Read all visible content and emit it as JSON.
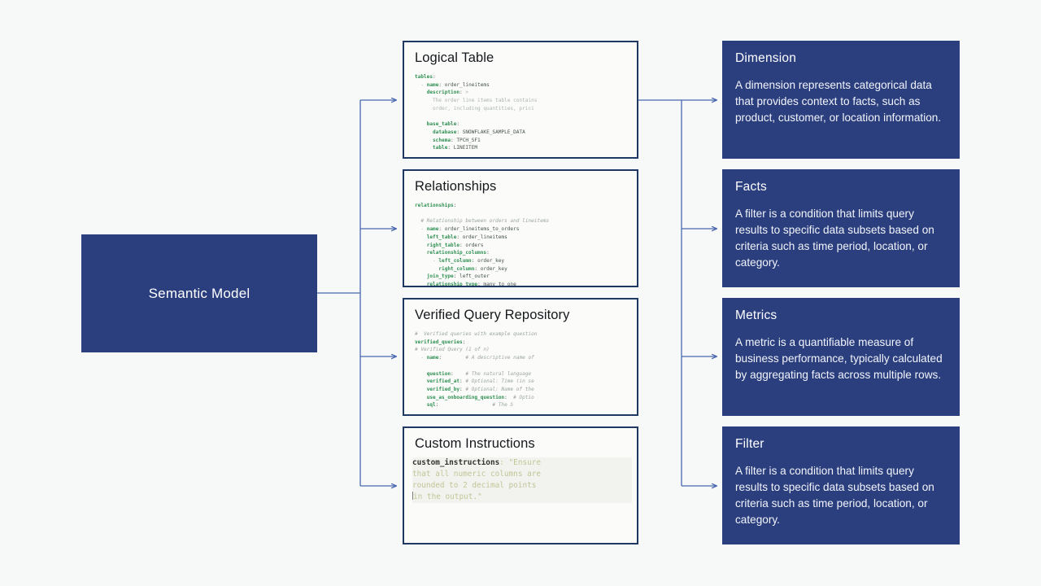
{
  "page": {
    "background_color": "#f7f8f8",
    "accent_navy": "#2b3f7f",
    "border_navy": "#1f3864",
    "connector_color": "#4a68b0"
  },
  "root": {
    "label": "Semantic Model"
  },
  "code_cards": [
    {
      "id": "logical-table",
      "title": "Logical Table",
      "lines": [
        [
          {
            "t": "tables",
            "c": "k"
          },
          {
            "t": ":",
            "c": "pn"
          }
        ],
        [
          {
            "t": "  - ",
            "c": "dim"
          },
          {
            "t": "name",
            "c": "k"
          },
          {
            "t": ": ",
            "c": "pn"
          },
          {
            "t": "order_lineitems",
            "c": "v"
          }
        ],
        [
          {
            "t": "    ",
            "c": "pn"
          },
          {
            "t": "description",
            "c": "k"
          },
          {
            "t": ": ",
            "c": "pn"
          },
          {
            "t": ">",
            "c": "dim"
          }
        ],
        [
          {
            "t": "      The order line items table contains",
            "c": "dim"
          }
        ],
        [
          {
            "t": "      order, including quantities, prici",
            "c": "dim"
          }
        ],
        [
          {
            "t": "",
            "c": "pn"
          }
        ],
        [
          {
            "t": "    ",
            "c": "pn"
          },
          {
            "t": "base_table",
            "c": "k"
          },
          {
            "t": ":",
            "c": "pn"
          }
        ],
        [
          {
            "t": "      ",
            "c": "pn"
          },
          {
            "t": "database",
            "c": "k"
          },
          {
            "t": ": ",
            "c": "pn"
          },
          {
            "t": "SNOWFLAKE_SAMPLE_DATA",
            "c": "v"
          }
        ],
        [
          {
            "t": "      ",
            "c": "pn"
          },
          {
            "t": "schema",
            "c": "k"
          },
          {
            "t": ": ",
            "c": "pn"
          },
          {
            "t": "TPCH_SF1",
            "c": "v"
          }
        ],
        [
          {
            "t": "      ",
            "c": "pn"
          },
          {
            "t": "table",
            "c": "k"
          },
          {
            "t": ": ",
            "c": "pn"
          },
          {
            "t": "LINEITEM",
            "c": "v"
          }
        ]
      ]
    },
    {
      "id": "relationships",
      "title": "Relationships",
      "lines": [
        [
          {
            "t": "relationships",
            "c": "k"
          },
          {
            "t": ":",
            "c": "pn"
          }
        ],
        [
          {
            "t": "",
            "c": "pn"
          }
        ],
        [
          {
            "t": "  # Relationship between orders and lineitems",
            "c": "cm"
          }
        ],
        [
          {
            "t": "  - ",
            "c": "dim"
          },
          {
            "t": "name",
            "c": "k"
          },
          {
            "t": ": ",
            "c": "pn"
          },
          {
            "t": "order_lineitems_to_orders",
            "c": "v"
          }
        ],
        [
          {
            "t": "    ",
            "c": "pn"
          },
          {
            "t": "left_table",
            "c": "k"
          },
          {
            "t": ": ",
            "c": "pn"
          },
          {
            "t": "order_lineitems",
            "c": "v"
          }
        ],
        [
          {
            "t": "    ",
            "c": "pn"
          },
          {
            "t": "right_table",
            "c": "k"
          },
          {
            "t": ": ",
            "c": "pn"
          },
          {
            "t": "orders",
            "c": "v"
          }
        ],
        [
          {
            "t": "    ",
            "c": "pn"
          },
          {
            "t": "relationship_columns",
            "c": "k"
          },
          {
            "t": ":",
            "c": "pn"
          }
        ],
        [
          {
            "t": "      - ",
            "c": "dim"
          },
          {
            "t": "left_column",
            "c": "k"
          },
          {
            "t": ": ",
            "c": "pn"
          },
          {
            "t": "order_key",
            "c": "v"
          }
        ],
        [
          {
            "t": "        ",
            "c": "pn"
          },
          {
            "t": "right_column",
            "c": "k"
          },
          {
            "t": ": ",
            "c": "pn"
          },
          {
            "t": "order_key",
            "c": "v"
          }
        ],
        [
          {
            "t": "    ",
            "c": "pn"
          },
          {
            "t": "join_type",
            "c": "k"
          },
          {
            "t": ": ",
            "c": "pn"
          },
          {
            "t": "left_outer",
            "c": "v"
          }
        ],
        [
          {
            "t": "    ",
            "c": "pn"
          },
          {
            "t": "relationship_type",
            "c": "k"
          },
          {
            "t": ": ",
            "c": "pn"
          },
          {
            "t": "many_to_one",
            "c": "v"
          }
        ]
      ]
    },
    {
      "id": "verified-query-repository",
      "title": "Verified Query Repository",
      "lines": [
        [
          {
            "t": "#  Verified queries with example question",
            "c": "cm"
          }
        ],
        [
          {
            "t": "verified_queries",
            "c": "k"
          },
          {
            "t": ":",
            "c": "pn"
          }
        ],
        [
          {
            "t": "# Verified Query (1 of n)",
            "c": "cm"
          }
        ],
        [
          {
            "t": "  - ",
            "c": "dim"
          },
          {
            "t": "name",
            "c": "k"
          },
          {
            "t": ":        ",
            "c": "pn"
          },
          {
            "t": "# A descriptive name of",
            "c": "cm"
          }
        ],
        [
          {
            "t": "",
            "c": "pn"
          }
        ],
        [
          {
            "t": "    ",
            "c": "pn"
          },
          {
            "t": "question",
            "c": "k"
          },
          {
            "t": ":    ",
            "c": "pn"
          },
          {
            "t": "# The natural language",
            "c": "cm"
          }
        ],
        [
          {
            "t": "    ",
            "c": "pn"
          },
          {
            "t": "verified_at",
            "c": "k"
          },
          {
            "t": ": ",
            "c": "pn"
          },
          {
            "t": "# Optional: Time (in se",
            "c": "cm"
          }
        ],
        [
          {
            "t": "    ",
            "c": "pn"
          },
          {
            "t": "verified_by",
            "c": "k"
          },
          {
            "t": ": ",
            "c": "pn"
          },
          {
            "t": "# Optional: Name of the",
            "c": "cm"
          }
        ],
        [
          {
            "t": "    ",
            "c": "pn"
          },
          {
            "t": "use_as_onboarding_question",
            "c": "k"
          },
          {
            "t": ":  ",
            "c": "pn"
          },
          {
            "t": "# Optio",
            "c": "cm"
          }
        ],
        [
          {
            "t": "    ",
            "c": "pn"
          },
          {
            "t": "sql",
            "c": "k"
          },
          {
            "t": ":                  ",
            "c": "pn"
          },
          {
            "t": "# The S",
            "c": "cm"
          }
        ]
      ]
    }
  ],
  "custom_instructions_card": {
    "id": "custom-instructions",
    "title": "Custom Instructions",
    "key": "custom_instructions",
    "lines": [
      "custom_instructions: \"Ensure",
      "that all numeric columns are",
      "rounded to 2 decimal points",
      "in the output.\""
    ]
  },
  "concept_cards": [
    {
      "id": "dimension",
      "title": "Dimension",
      "description": "A dimension represents categorical data that provides context to facts, such as product, customer, or location information."
    },
    {
      "id": "facts",
      "title": "Facts",
      "description": "A filter is a condition that limits query results to specific data subsets based on criteria such as time period, location, or category."
    },
    {
      "id": "metrics",
      "title": "Metrics",
      "description": "A metric is a quantifiable measure of business performance, typically calculated by aggregating facts across multiple rows."
    },
    {
      "id": "filter",
      "title": "Filter",
      "description": "A filter is a condition that limits query results to specific data subsets based on criteria such as time period, location, or category."
    }
  ]
}
